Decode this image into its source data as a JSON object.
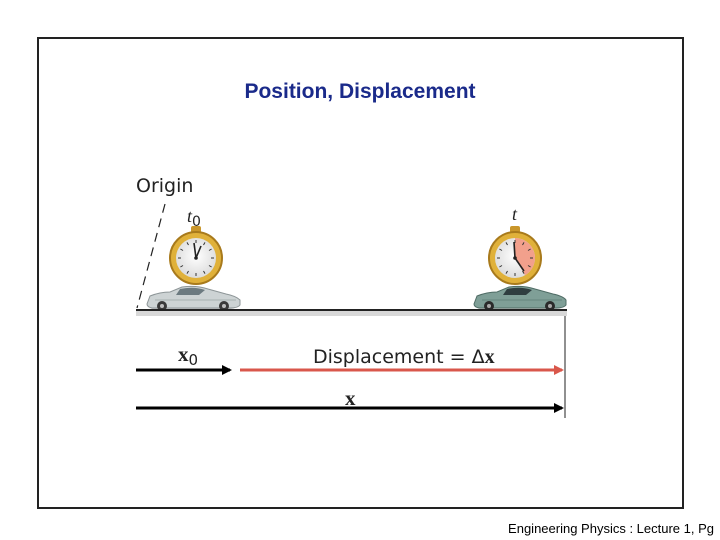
{
  "slide": {
    "title": "Position, Displacement",
    "footer": "Engineering Physics : Lecture 1, Pg"
  },
  "diagram": {
    "origin_label": "Origin",
    "t0_label": "t",
    "t0_sub": "0",
    "t_label": "t",
    "x0_label": "x",
    "x0_sub": "0",
    "displacement_text": "Displacement = ",
    "delta_symbol": "Δ",
    "delta_var": "x",
    "x_label": "x",
    "colors": {
      "displacement_arrow": "#d9574b",
      "arrow": "#000000",
      "clock_gold": "#e0b13a",
      "clock_elapsed": "#f2a08c",
      "car_start": "#cdd3d4",
      "car_end": "#7f9f97",
      "title": "#1a2a8a"
    }
  }
}
